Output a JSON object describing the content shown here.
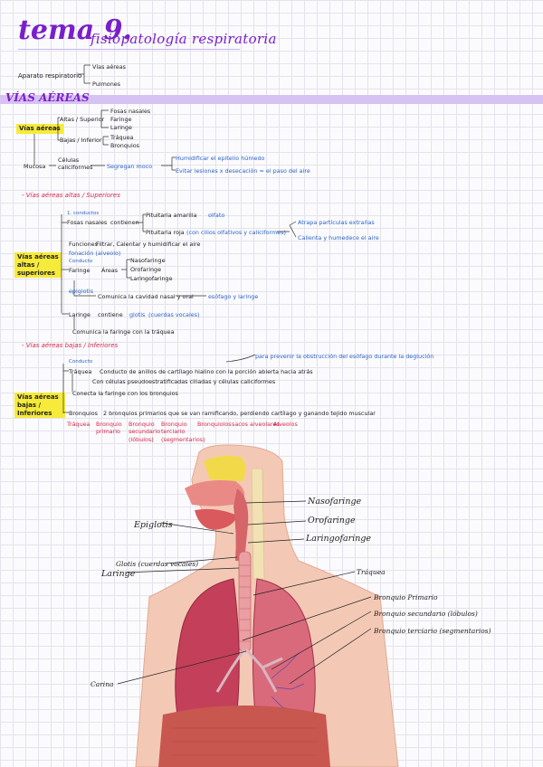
{
  "header": {
    "title": "tema 9.",
    "subtitle": "fisiopatología respiratoria"
  },
  "intro": {
    "root": "Aparato respiratorio",
    "items": [
      "Vías aéreas",
      "Pulmones"
    ]
  },
  "banner": "VÍAS AÉREAS",
  "airways": {
    "root": "Vías aéreas",
    "upper": "Altas / Superior",
    "upper_items": [
      "Fosas nasales",
      "Faringe",
      "Laringe"
    ],
    "lower": "Bajas / Inferior",
    "lower_items": [
      "Tráquea",
      "Bronquios"
    ],
    "mucosa": "Mucosa",
    "cells": "Células caliciformes",
    "secretion": "Segregan moco",
    "secretion_fx": [
      "Humidificar el epitelio húmedo",
      "Evitar lesiones x desecación = el paso del aire"
    ]
  },
  "upper_section": {
    "heading": "- Vías aéreas altas / Superiores",
    "highlight": "Vías aéreas altas / superiores",
    "conduct1": "1. conductos",
    "nasal": "Fosas nasales",
    "contains": "contienen",
    "vestibule": "Pituitaria amarilla",
    "vestibule_fx": "olfato",
    "red": "Pituitaria roja",
    "red_note": "(con cilios olfativos y caliciformes)",
    "red_fx": [
      "Atrapa partículas extrañas",
      "Calienta y humedece el aire"
    ],
    "functions_label": "Funciones",
    "functions": "Filtrar, Calentar y humidificar el aire",
    "phonation": "fonación (alveolo)",
    "conduct2": "Conducto",
    "pharynx": "Faringe",
    "areas": "Áreas",
    "pharynx_parts": [
      "Nasofaringe",
      "Orofaringe",
      "Laringofaringe"
    ],
    "epiglottis": "epiglotis",
    "communicates": "Comunica la cavidad nasal y oral",
    "communicates_to": "esófago y laringe",
    "larynx": "Laringe",
    "larynx_contains": "contiene",
    "glottis": "glotis",
    "vocal_cords": "(cuerdas vocales)",
    "larynx_fx": "Comunica la faringe con la tráquea"
  },
  "lower_section": {
    "heading": "- Vías aéreas bajas / Inferiores",
    "note": "para prevenir la obstrucción del esófago durante la deglución",
    "highlight": "Vías aéreas bajas / Inferiores",
    "conduct": "Conducto",
    "trachea": "Tráquea",
    "trachea_desc": "Conducto de anillos de cartílago hialino con la porción abierta hacia atrás",
    "trachea_cells": "Con células pseudoestratificadas ciliadas y células caliciformes",
    "trachea_fx": "Conecta la faringe con los bronquios",
    "bronchi": "Bronquios",
    "bronchi_desc": "2 bronquios primarios que se van ramificando, perdiendo cartílago y ganando tejido muscular",
    "chain": [
      "Tráquea",
      "Bronquio primario",
      "Bronquio secundario (lóbulos)",
      "Bronquio terciario (segmentarios)",
      "Bronquiolos",
      "sacos alveolares",
      "Alveolos"
    ]
  },
  "diagram": {
    "labels": [
      "Nasofaringe",
      "Orofaringe",
      "Laringofaringe",
      "Epiglotis",
      "Glotis (cuerdas vocales)",
      "Laringe",
      "Tráquea",
      "Bronquio Primario",
      "Bronquio secundario (lóbulos)",
      "Bronquio terciario (segmentarios)",
      "Carina"
    ]
  },
  "colors": {
    "title": "#7a1fc9",
    "accent_red": "#d7284c",
    "note_blue": "#2e63c9",
    "highlight": "#f6ea3a",
    "banner": "#d7c3f3"
  }
}
